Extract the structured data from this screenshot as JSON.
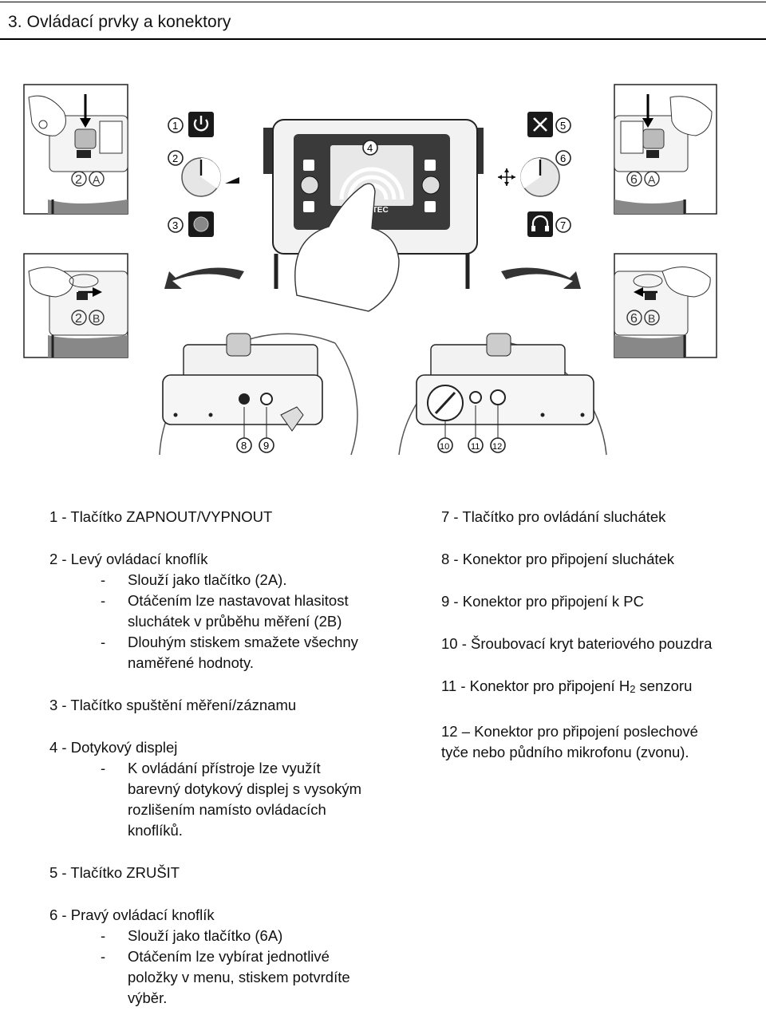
{
  "header": {
    "title": "3. Ovládací prvky a konektory"
  },
  "figure": {
    "callouts": [
      "1",
      "2",
      "3",
      "4",
      "5",
      "6",
      "7",
      "8",
      "9",
      "10",
      "11",
      "12"
    ],
    "side_labels": [
      "2",
      "A",
      "2",
      "B",
      "6",
      "A",
      "6",
      "B"
    ],
    "device_brand": "STEC",
    "icons": [
      "power-icon",
      "record-icon",
      "cancel-icon",
      "headphones-icon",
      "move-arrows-icon"
    ]
  },
  "left_items": [
    {
      "text": "1 - Tlačítko ZAPNOUT/VYPNOUT",
      "subs": []
    },
    {
      "text": "2 - Levý ovládací knoflík",
      "subs": [
        [
          "Slouží jako tlačítko (2A)."
        ],
        [
          "Otáčením lze nastavovat hlasitost",
          "sluchátek v průběhu měření (2B)"
        ],
        [
          "Dlouhým stiskem smažete všechny",
          "naměřené hodnoty."
        ]
      ]
    },
    {
      "text": "3 - Tlačítko spuštění měření/záznamu",
      "subs": []
    },
    {
      "text": "4 - Dotykový displej",
      "subs": [
        [
          "K ovládání přístroje lze využít",
          "barevný dotykový displej s vysokým",
          "rozlišením namísto ovládacích",
          "knoflíků."
        ]
      ]
    },
    {
      "text": "5 - Tlačítko ZRUŠIT",
      "subs": []
    },
    {
      "text": "6 - Pravý ovládací knoflík",
      "subs": [
        [
          "Slouží jako tlačítko (6A)"
        ],
        [
          "Otáčením lze vybírat jednotlivé",
          "položky v menu, stiskem potvrdíte",
          "výběr."
        ]
      ]
    }
  ],
  "right_items": {
    "i7": "7 - Tlačítko pro ovládání sluchátek",
    "i8": "8 - Konektor pro připojení sluchátek",
    "i9": "9 - Konektor pro připojení k PC",
    "i10": "10 - Šroubovací kryt bateriového pouzdra",
    "i11_before": "11 - Konektor pro připojení H",
    "i11_sub": "2",
    "i11_after": " senzoru",
    "i12_line1": "12 – Konektor pro připojení poslechové",
    "i12_line2": "tyče nebo půdního mikrofonu (zvonu)."
  },
  "dash": "-"
}
